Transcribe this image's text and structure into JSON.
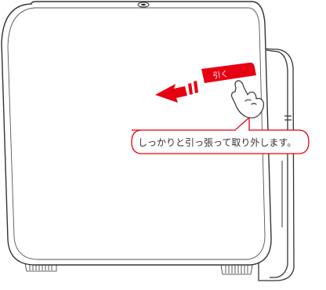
{
  "tab": {
    "label": "引く"
  },
  "callout": {
    "text": "しっかりと引っ張って取り外します。"
  },
  "colors": {
    "accent": "#e60012",
    "outline": "#333333",
    "background": "#ffffff"
  },
  "icons": [
    "device-illustration",
    "pull-arrow-icon",
    "hand-icon"
  ]
}
